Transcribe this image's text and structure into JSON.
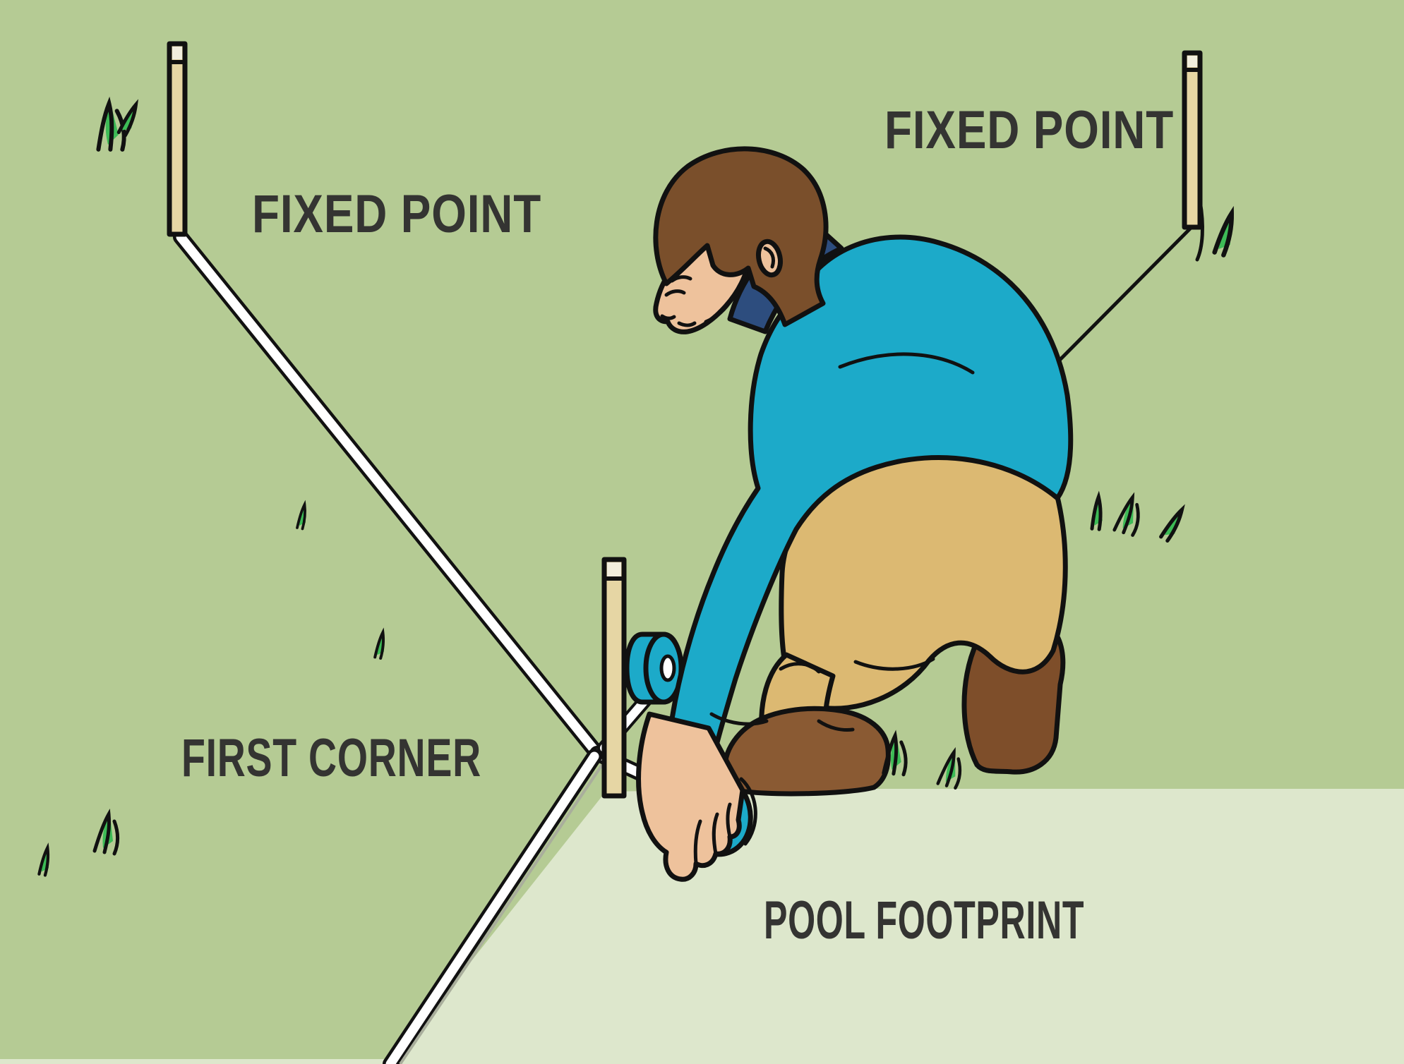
{
  "labels": {
    "fixed_point_left": "FIXED POINT",
    "fixed_point_right": "FIXED POINT",
    "first_corner": "FIRST CORNER",
    "pool_footprint": "POOL FOOTPRINT"
  },
  "colors": {
    "grass_background": "#b5cb94",
    "pool_footprint_area": "#dde7cc",
    "label_text": "#343432",
    "sweater": "#1caac9",
    "collar": "#2d4d7e",
    "skin": "#eec29c",
    "hair": "#7a4f2b",
    "pants": "#dcb972",
    "shoe": "#8a5a33",
    "boot": "#7e4e2a",
    "stake": "#e6d6a4",
    "stake_cap": "#f2eedd",
    "string_white": "#ffffff",
    "string_shadow": "#a9ae9c",
    "outline": "#111111",
    "grass_accent": "#3dbb56",
    "tape_roll": "#1caac9",
    "tape_core": "#ffffff"
  }
}
